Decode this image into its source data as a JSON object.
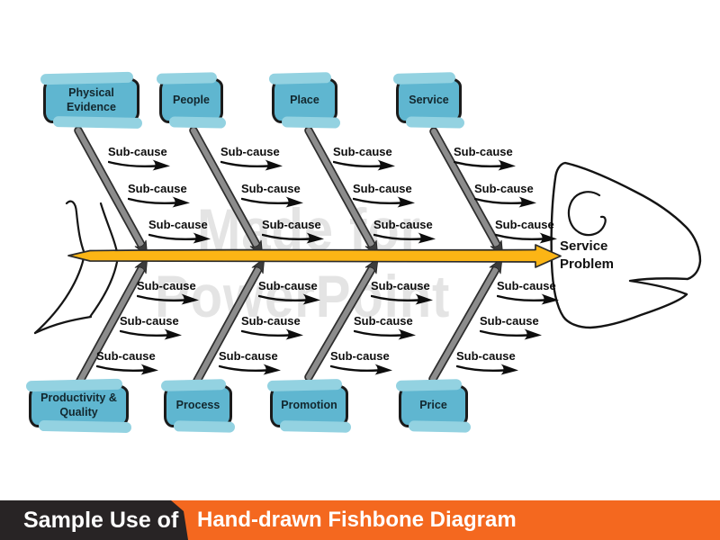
{
  "watermark": {
    "line1": "Made for",
    "line2": "PowerPoint"
  },
  "diagram": {
    "sub_cause_label": "Sub-cause",
    "effect": {
      "line1": "Service",
      "line2": "Problem"
    },
    "top_causes": [
      "Physical Evidence",
      "People",
      "Place",
      "Service"
    ],
    "bottom_causes": [
      "Productivity & Quality",
      "Process",
      "Promotion",
      "Price"
    ]
  },
  "footer": {
    "tag_label": "Sample Use of",
    "title": "Hand-drawn Fishbone Diagram"
  },
  "colors": {
    "cause_box_fill": "#5FB6D0",
    "cause_box_highlight": "#93D2E1",
    "spine_yellow": "#FCB515",
    "branch_gray": "#8C8C8C",
    "footer_orange": "#F4681F",
    "footer_black": "#282425",
    "watermark_gray": "#E4E4E4"
  }
}
